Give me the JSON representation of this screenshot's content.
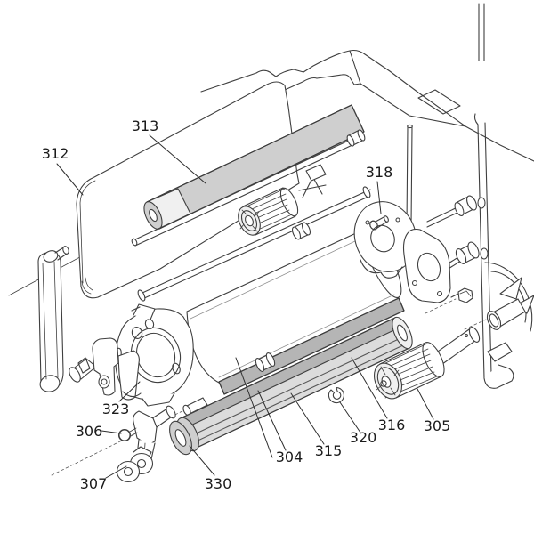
{
  "diagram": {
    "type": "exploded-parts-diagram",
    "description": "Exploded view line drawing of a roller feed assembly with numbered part callouts",
    "background_color": "#ffffff",
    "line_color": "#3f3f3f",
    "highlight_color": "#f7e714",
    "highlighted_part": "312",
    "labels": [
      {
        "id": "312",
        "text": "312",
        "highlighted": true
      },
      {
        "id": "313",
        "text": "313",
        "highlighted": false
      },
      {
        "id": "318",
        "text": "318",
        "highlighted": false
      },
      {
        "id": "323",
        "text": "323",
        "highlighted": false
      },
      {
        "id": "306",
        "text": "306",
        "highlighted": false
      },
      {
        "id": "307",
        "text": "307",
        "highlighted": false
      },
      {
        "id": "330",
        "text": "330",
        "highlighted": false
      },
      {
        "id": "304",
        "text": "304",
        "highlighted": false
      },
      {
        "id": "315",
        "text": "315",
        "highlighted": false
      },
      {
        "id": "320",
        "text": "320",
        "highlighted": false
      },
      {
        "id": "316",
        "text": "316",
        "highlighted": false
      },
      {
        "id": "305",
        "text": "305",
        "highlighted": false
      }
    ]
  }
}
